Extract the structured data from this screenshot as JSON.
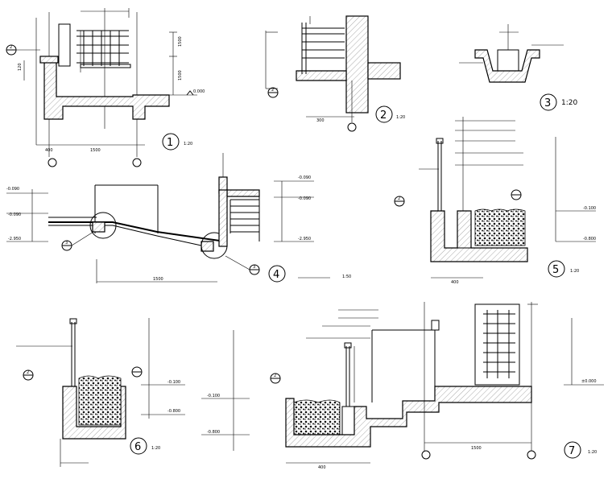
{
  "details": [
    {
      "id": "d1",
      "number": "1",
      "scale": "1:20"
    },
    {
      "id": "d2",
      "number": "2",
      "scale": "1:20"
    },
    {
      "id": "d3",
      "number": "3",
      "scale": "1:20"
    },
    {
      "id": "d4",
      "number": "4",
      "scale": "1:50"
    },
    {
      "id": "d5",
      "number": "5",
      "scale": "1:20"
    },
    {
      "id": "d6",
      "number": "6",
      "scale": "1:20"
    },
    {
      "id": "d7",
      "number": "7",
      "scale": "1:20"
    }
  ],
  "callouts": {
    "c2a": "2",
    "c2b": "2",
    "c2c": "2",
    "c2d": "2",
    "c2e": "2",
    "c3a": "3",
    "c3b": "3"
  },
  "levels": {
    "l1": "0.000",
    "l2": "-0.090",
    "l3": "-2.950",
    "l4": "-0.100",
    "l5": "-0.800",
    "l6": "-0.100",
    "l7": "-0.800",
    "l8": "-0.100",
    "l9": "-0.800",
    "l10": "±0.000"
  },
  "dims": {
    "d1a": "400",
    "d1b": "1500",
    "d1c": "1500",
    "d1d": "120",
    "d2a": "300",
    "d5a": "400",
    "d7a": "1500",
    "d7b": "400",
    "d4a": "1500"
  }
}
